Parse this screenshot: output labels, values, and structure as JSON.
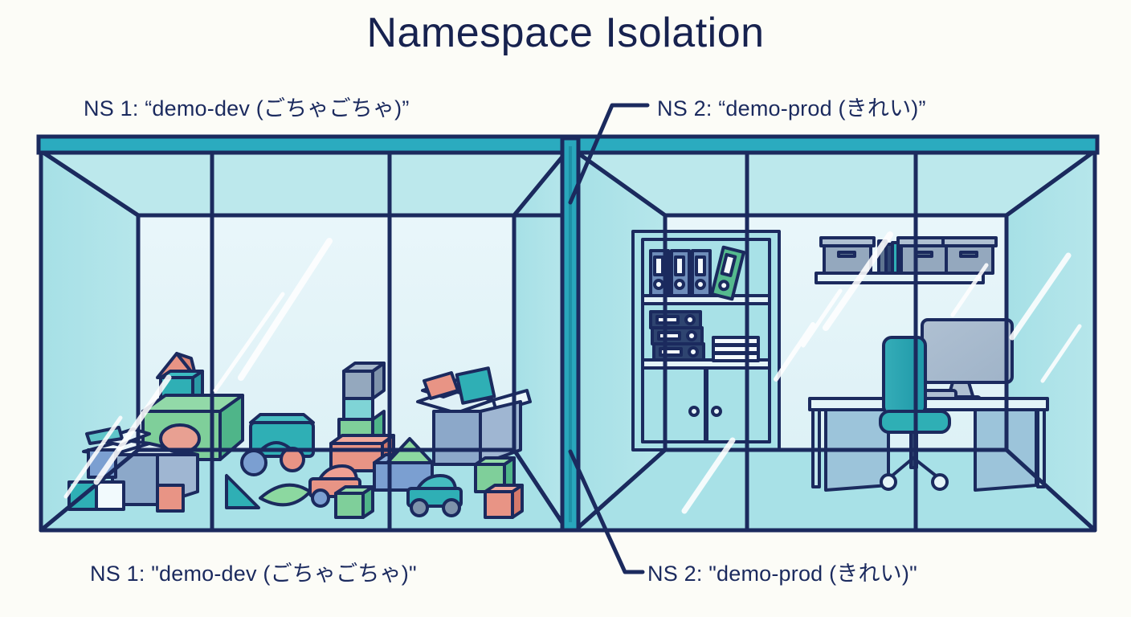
{
  "title": "Namespace Isolation",
  "labels": {
    "top_left": "NS 1: “demo-dev (ごちゃごちゃ)”",
    "top_right": "NS 2: “demo-prod (きれい)”",
    "bottom_left": "NS 1: \"demo-dev (ごちゃごちゃ)\"",
    "bottom_right": "NS 2: \"demo-prod (きれい)\""
  },
  "rooms": {
    "left": {
      "name": "demo-dev",
      "state": "ごちゃごちゃ",
      "contents": [
        "toy-house-block",
        "green-cube",
        "open-cardboard-box",
        "stacked-cubes",
        "toy-cart",
        "pink-toy-car",
        "teal-toy-car",
        "triangle-block",
        "green-crescent-block",
        "scattered-cubes",
        "second-open-box"
      ]
    },
    "right": {
      "name": "demo-prod",
      "state": "きれい",
      "contents": [
        "shelf-unit",
        "ring-binders",
        "green-binder",
        "storage-drawers",
        "paper-trays",
        "cabinet-doors",
        "wall-shelf",
        "storage-boxes",
        "books",
        "desk",
        "monitor",
        "keyboard",
        "office-chair"
      ]
    }
  },
  "colors": {
    "ink": "#1B2A5E",
    "background": "#FCFCF7",
    "beam_teal": "#2BABBF",
    "divider_teal": "#29A6BC",
    "wall_far": "#E4F4F8",
    "wall_side": "#A9E2E8",
    "ceiling": "#BEE9EC",
    "floor": "#A9E2E8",
    "glass_top": "#A5DEE4",
    "accent_green": "#7FCF9A",
    "accent_pink": "#E89485",
    "accent_blue": "#7B9FD1",
    "accent_teal": "#2FAFB5",
    "accent_gray": "#94A8BE"
  }
}
